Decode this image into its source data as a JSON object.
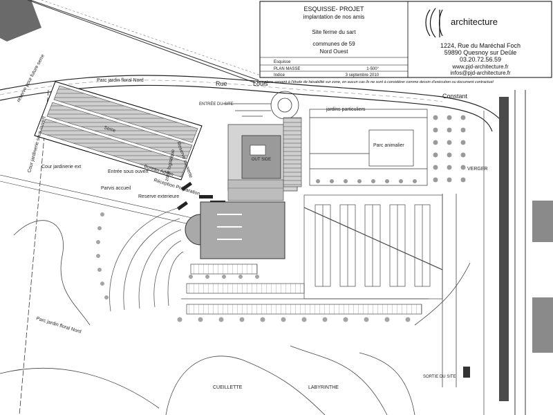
{
  "title_block": {
    "project": "ESQUISSE- PROJET",
    "subtitle": "implantation de nos amis",
    "site": "Site ferme du sart",
    "commune_line1": "communes de 59",
    "commune_line2": "Nord Ouest",
    "phase": "Esquisse",
    "plan_type": "PLAN MASSE",
    "scale": "1-500°",
    "indice": "Indice",
    "date": "3 septembre 2010",
    "disclaimer": "Les plans servent à l'étude de faisabilité sur zone, en aucun cas ils ne sont à considérer comme dessin d'exécution ou document contractuel"
  },
  "firm": {
    "name": "architecture",
    "address1": "1224, Rue du Maréchal Foch",
    "address2": "59890 Quesnoy sur Deûle",
    "phone": "03.20.72.56.59",
    "web": "www.pjd-architecture.fr",
    "email": "infos@pjd-architecture.fr"
  },
  "streets": {
    "rue": "Rue",
    "louis": "Louis",
    "constant": "Constant"
  },
  "labels": {
    "parc_nord_top": "Parc jardin floral Nord",
    "reserve_serre": "réserve pour future serre",
    "cour_ouvert": "Cour jardinerie sous ouvert",
    "serre": "Serre",
    "cour_ext": "Cour jardinerie ext",
    "entree": "Entrée sous ouvert",
    "bureau": "Bureau Admin",
    "reception": "Réception Préparation",
    "reserve_couvert": "Reserve couverte",
    "zone_logistique": "zone logistique",
    "parvis": "Parvis accueil",
    "reserve_ext": "Reserve exterieure",
    "entree_site": "ENTRÉE DU SITE",
    "jardins": "jardins particuliers",
    "parc_animalier": "Parc animalier",
    "verger": "VERGER",
    "parc_nord_bottom": "Parc jardin floral Nord",
    "cueillette": "CUEILLETTE",
    "labyrinthe": "LABYRINTHE",
    "sortie_site": "SORTIE DU SITE",
    "building_label": "OUT SIDE"
  }
}
